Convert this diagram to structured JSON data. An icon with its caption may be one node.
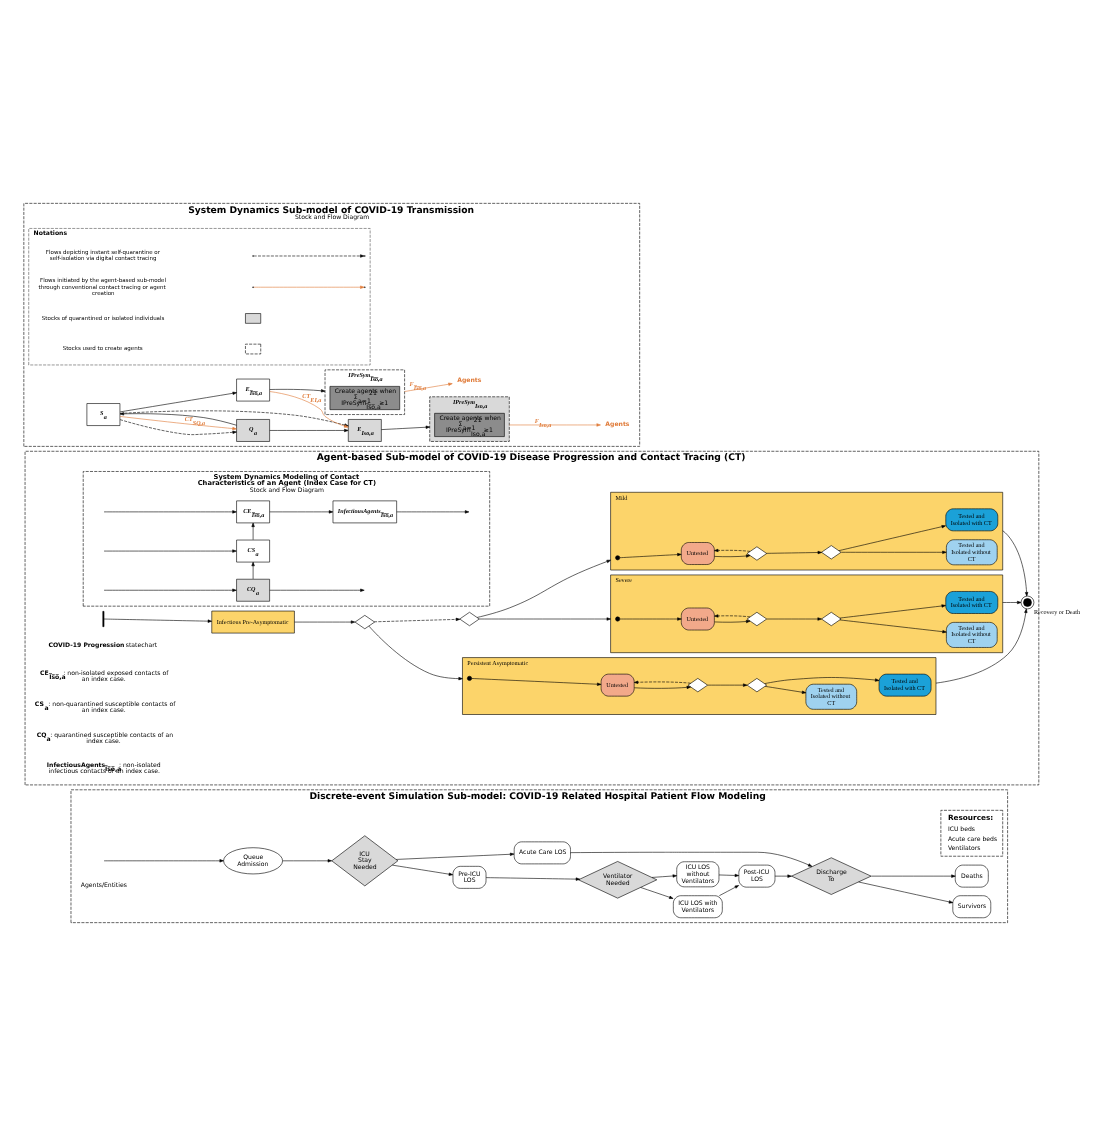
{
  "diagram": {
    "nodes": [
      {
        "text": [
          "System Dynamics Sub-model of COVID-19 Transmission",
          "Stock and Flow Diagram"
        ]
      },
      {
        "text": [
          "S$_{a}$"
        ],
        "in": 0
      },
      {
        "text": [
          "E$_{I̅s̅o̅,a}$"
        ],
        "in": 0
      },
      {
        "text": [
          "IPreSym$_{I̅s̅o̅,a}$"
        ],
        "in": 0
      },
      {
        "text": [
          "Create agents when Σ$_{a=1}$$^{21}$ IPreSym$_{I̅s̅o̅,a}$≥1"
        ],
        "in": 3
      },
      {
        "text": [
          "Agents"
        ],
        "in": 0
      },
      {
        "text": [
          "Q$_{a}$"
        ],
        "in": 0
      },
      {
        "text": [
          "E$_{Iso,a}$"
        ],
        "in": 0
      },
      {
        "text": [
          "IPreSym$_{Iso,a}$"
        ],
        "in": 0
      },
      {
        "text": [
          "Create agents when Σ$_{a=1}$$^{21}$ IPreSym$_{Iso,a}$≥1"
        ],
        "in": 8
      },
      {
        "text": [
          "Agents"
        ],
        "in": 0
      },
      {
        "text": [
          "Agent-based Sub-model of COVID-19 Disease Progression and Contact Tracing (CT)"
        ]
      },
      {
        "text": [],
        "shape": "bar",
        "in": 11
      },
      {
        "text": [
          "Infectious Pre-Asymptomatic"
        ],
        "in": 11
      },
      {
        "text": [],
        "shape": "diamond",
        "in": 11
      },
      {
        "text": [],
        "shape": "diamond",
        "in": 11
      },
      {
        "text": [
          "Persistent Asymptomatic"
        ],
        "in": 11
      },
      {
        "text": [],
        "shape": "circle",
        "in": 16
      },
      {
        "text": [
          "Untested"
        ],
        "in": 16
      },
      {
        "text": [],
        "shape": "diamond",
        "in": 16
      },
      {
        "text": [],
        "shape": "diamond",
        "in": 16
      },
      {
        "text": [
          "Tested and Isolated without CT"
        ],
        "in": 16
      },
      {
        "text": [
          "Tested and Isolated with CT"
        ],
        "in": 16
      },
      {
        "text": [
          "Mild"
        ],
        "in": 11
      },
      {
        "text": [],
        "shape": "circle",
        "in": 23
      },
      {
        "text": [
          "Untested"
        ],
        "in": 23
      },
      {
        "text": [],
        "shape": "diamond",
        "in": 23
      },
      {
        "text": [],
        "shape": "diamond",
        "in": 23
      },
      {
        "text": [
          "Tested and Isolated without CT"
        ],
        "in": 23
      },
      {
        "text": [
          "Tested and Isolated with CT"
        ],
        "in": 23
      },
      {
        "text": [
          "Severe"
        ],
        "in": 11
      },
      {
        "text": [],
        "shape": "circle",
        "in": 30
      },
      {
        "text": [
          "Untested"
        ],
        "in": 30
      },
      {
        "text": [],
        "shape": "diamond",
        "in": 30
      },
      {
        "text": [],
        "shape": "diamond",
        "in": 30
      },
      {
        "text": [
          "Tested and Isolated without CT"
        ],
        "in": 30
      },
      {
        "text": [
          "Tested and Isolated with CT"
        ],
        "in": 30
      },
      {
        "text": [],
        "shape": "circle",
        "beside": [
          "Recovery or Death"
        ],
        "in": 11
      },
      {
        "text": [
          "System Dynamics Modeling of Contact Characteristics of an Agent (Index Case for CT)",
          "Stock and Flow Diagram"
        ],
        "in": 11
      },
      {
        "text": [
          "CE$_{I̅s̅o̅,a}$"
        ],
        "in": 38
      },
      {
        "text": [
          "InfectiousAgents$_{I̅s̅o̅,a}$"
        ],
        "in": 38
      },
      {
        "text": [
          "CS$_{a}$"
        ],
        "in": 38
      },
      {
        "text": [
          "CQ$_{a}$"
        ],
        "in": 38
      },
      {
        "text": [
          "Discrete-event Simulation Sub-model: COVID-19 Related Hospital Patient Flow Modeling"
        ]
      },
      {
        "text": [
          "Queue Admission"
        ],
        "in": 43
      },
      {
        "text": [
          "ICU Stay Needed"
        ],
        "in": 43
      },
      {
        "text": [
          "Pre-ICU LOS"
        ],
        "in": 43
      },
      {
        "text": [
          "Ventilator Needed"
        ],
        "in": 43
      },
      {
        "text": [
          "ICU LOS with Ventilators"
        ],
        "in": 43
      },
      {
        "text": [
          "ICU LOS without Ventilators"
        ],
        "in": 43
      },
      {
        "text": [
          "Post-ICU LOS"
        ],
        "in": 43
      },
      {
        "text": [
          "Acute Care LOS"
        ],
        "in": 43
      },
      {
        "text": [
          "Discharge To"
        ],
        "in": 43
      },
      {
        "text": [
          "Survivors"
        ],
        "in": 43
      },
      {
        "text": [
          "Deaths"
        ],
        "in": 43
      },
      {
        "text": [
          "Resources:",
          "ICU beds",
          "Acute care beds",
          "Ventilators"
        ],
        "in": 43
      },
      {
        "text": [
          "Notations"
        ],
        "in": 0
      }
    ],
    "edges": [
      {
        "from": 1,
        "to": 2,
        "arrow": "to"
      },
      {
        "from": 1,
        "to": 6,
        "arrow": "to",
        "style": "dashed"
      },
      {
        "from": 1,
        "to": 6,
        "arrow": "to",
        "label": "CT$_{SQ,a}$",
        "color": "#e07b39"
      },
      {
        "from": 1,
        "to": 7,
        "arrow": "to",
        "style": "dashed"
      },
      {
        "from": 6,
        "to": 1,
        "arrow": "to"
      },
      {
        "from": 6,
        "to": 7,
        "arrow": "to"
      },
      {
        "from": 2,
        "to": 7,
        "arrow": "to",
        "label": "CT$_{EI,a}$",
        "color": "#e07b39"
      },
      {
        "from": 2,
        "to": 3,
        "arrow": "to"
      },
      {
        "from": 7,
        "to": 8,
        "arrow": "to"
      },
      {
        "from": 3,
        "to": 5,
        "arrow": "to",
        "label": "F$_{I̅s̅o̅,a}$",
        "color": "#e07b39"
      },
      {
        "from": 8,
        "to": 10,
        "arrow": "to",
        "label": "F$_{Iso,a}$",
        "color": "#e07b39"
      },
      {
        "from": 12,
        "to": 13,
        "arrow": "to"
      },
      {
        "from": 13,
        "to": 14,
        "arrow": "to"
      },
      {
        "from": 14,
        "to": 15,
        "arrow": "to",
        "style": "dashed"
      },
      {
        "from": 14,
        "to": 16,
        "arrow": "to"
      },
      {
        "from": 15,
        "to": 23,
        "arrow": "to"
      },
      {
        "from": 15,
        "to": 30,
        "arrow": "to"
      },
      {
        "from": 17,
        "to": 18,
        "arrow": "to"
      },
      {
        "from": 18,
        "to": 19,
        "arrow": "to"
      },
      {
        "from": 19,
        "to": 18,
        "arrow": "to",
        "style": "dashed"
      },
      {
        "from": 19,
        "to": 20,
        "arrow": "to"
      },
      {
        "from": 20,
        "to": 21,
        "arrow": "to"
      },
      {
        "from": 20,
        "to": 22,
        "arrow": "to"
      },
      {
        "from": 24,
        "to": 25,
        "arrow": "to"
      },
      {
        "from": 25,
        "to": 26,
        "arrow": "to"
      },
      {
        "from": 26,
        "to": 25,
        "arrow": "to",
        "style": "dashed"
      },
      {
        "from": 26,
        "to": 27,
        "arrow": "to"
      },
      {
        "from": 27,
        "to": 28,
        "arrow": "to"
      },
      {
        "from": 27,
        "to": 29,
        "arrow": "to"
      },
      {
        "from": 31,
        "to": 32,
        "arrow": "to"
      },
      {
        "from": 32,
        "to": 33,
        "arrow": "to"
      },
      {
        "from": 33,
        "to": 32,
        "arrow": "to",
        "style": "dashed"
      },
      {
        "from": 33,
        "to": 34,
        "arrow": "to"
      },
      {
        "from": 34,
        "to": 35,
        "arrow": "to"
      },
      {
        "from": 34,
        "to": 36,
        "arrow": "to"
      },
      {
        "from": 16,
        "to": 37,
        "arrow": "to"
      },
      {
        "from": 23,
        "to": 37,
        "arrow": "to"
      },
      {
        "from": 30,
        "to": 37,
        "arrow": "to"
      },
      {
        "from": null,
        "to": 39,
        "arrow": "to"
      },
      {
        "from": 39,
        "to": 40,
        "arrow": "to"
      },
      {
        "from": 40,
        "to": null,
        "arrow": "to"
      },
      {
        "from": null,
        "to": 41,
        "arrow": "to"
      },
      {
        "from": 41,
        "to": 39,
        "arrow": "to"
      },
      {
        "from": null,
        "to": 42,
        "arrow": "to"
      },
      {
        "from": 42,
        "to": 41,
        "arrow": "to"
      },
      {
        "from": 42,
        "to": null,
        "arrow": "to"
      },
      {
        "from": null,
        "to": 44,
        "arrow": "to"
      },
      {
        "from": 44,
        "to": 45,
        "arrow": "to"
      },
      {
        "from": 45,
        "to": 46,
        "arrow": "to"
      },
      {
        "from": 45,
        "to": 51,
        "arrow": "to"
      },
      {
        "from": 46,
        "to": 47,
        "arrow": "to"
      },
      {
        "from": 47,
        "to": 48,
        "arrow": "to"
      },
      {
        "from": 47,
        "to": 49,
        "arrow": "to"
      },
      {
        "from": 48,
        "to": 50,
        "arrow": "to"
      },
      {
        "from": 49,
        "to": 50,
        "arrow": "to"
      },
      {
        "from": 50,
        "to": 52,
        "arrow": "to"
      },
      {
        "from": 51,
        "to": 52,
        "arrow": "to"
      },
      {
        "from": 52,
        "to": 53,
        "arrow": "to"
      },
      {
        "from": 52,
        "to": 54,
        "arrow": "to"
      }
    ],
    "labels": [
      "**COVID-19 Progression** statechart",
      "Agents/Entities",
      "**CE$_{I̅s̅o̅,a}$**: non-isolated exposed contacts of an index case.",
      "**CS$_{a}$**: non-quarantined susceptible contacts of an index case.",
      "**CQ$_{a}$**: quarantined susceptible contacts of an index case.",
      "**InfectiousAgents$_{I̅s̅o̅,a}$**: non-isolated infectious contacts of an index case."
    ],
    "legend": [
      {
        "text": "Flows depicting instant self-quarantine or self-isolation via digital contact tracing"
      },
      {
        "text": "Flows initiated by the agent-based sub-model through conventional contact tracing or agent creation"
      },
      {
        "text": "Stocks of quarantined or isolated individuals",
        "color": "#d9d9d9"
      },
      {
        "text": "Stocks used to create agents"
      }
    ]
  }
}
